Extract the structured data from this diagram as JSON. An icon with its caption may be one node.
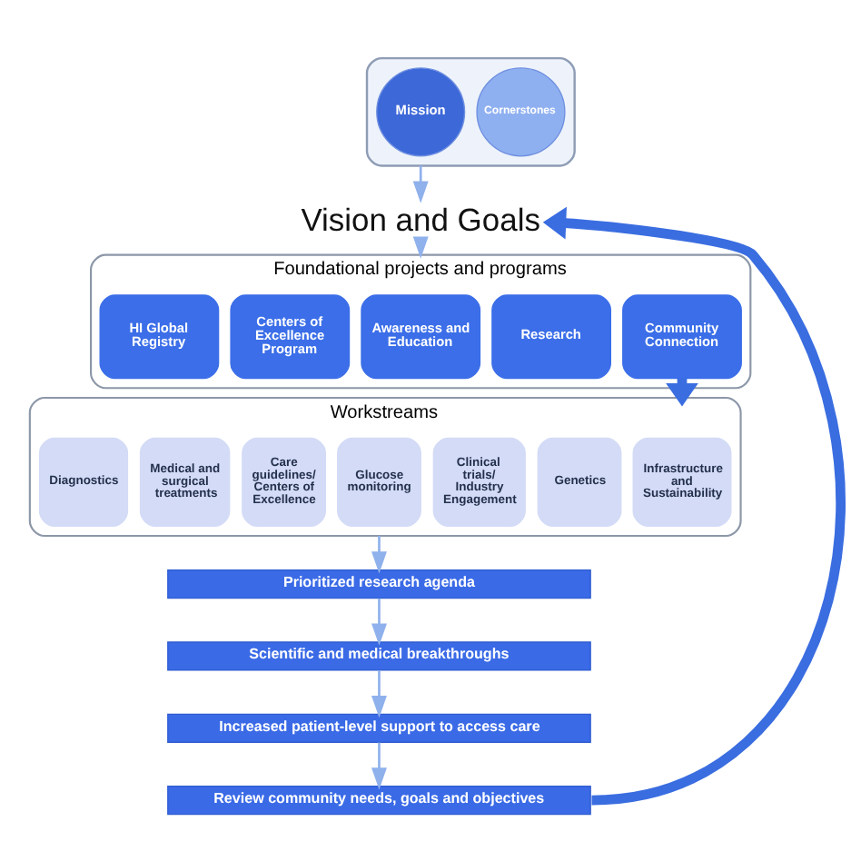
{
  "diagram": {
    "nodes": [
      {
        "text": [],
        "shape": "funnel"
      },
      {
        "text": [
          "Mission"
        ],
        "in": 0
      },
      {
        "text": [
          "Cornerstones"
        ],
        "in": 0
      },
      {
        "text": [
          "Vision and Goals"
        ]
      },
      {
        "text": [
          "Foundational projects and programs"
        ]
      },
      {
        "text": [
          "HI Global Registry"
        ],
        "in": 4
      },
      {
        "text": [
          "Centers of Excellence Program"
        ],
        "in": 4
      },
      {
        "text": [
          "Awareness and Education"
        ],
        "in": 4
      },
      {
        "text": [
          "Research"
        ],
        "in": 4
      },
      {
        "text": [
          "Community Connection"
        ],
        "in": 4
      },
      {
        "text": [
          "Workstreams"
        ]
      },
      {
        "text": [
          "Diagnostics"
        ],
        "in": 10
      },
      {
        "text": [
          "Medical and surgical treatments"
        ],
        "in": 10
      },
      {
        "text": [
          "Care guidelines/ Centers of Excellence"
        ],
        "in": 10
      },
      {
        "text": [
          "Glucose monitoring"
        ],
        "in": 10
      },
      {
        "text": [
          "Clinical trials/ Industry Engagement"
        ],
        "in": 10
      },
      {
        "text": [
          "Genetics"
        ],
        "in": 10
      },
      {
        "text": [
          "Infrastructure and Sustainability"
        ],
        "in": 10
      },
      {
        "text": [
          "Prioritized research agenda"
        ]
      },
      {
        "text": [
          "Scientific and medical breakthroughs"
        ]
      },
      {
        "text": [
          "Increased patient-level support to access care"
        ]
      },
      {
        "text": [
          "Review community needs, goals and objectives"
        ]
      }
    ],
    "edges": [
      {
        "from": 0,
        "to": 3,
        "arrow": "to"
      },
      {
        "from": 3,
        "to": 4,
        "arrow": "to"
      },
      {
        "from": 9,
        "to": 10,
        "arrow": "to",
        "style": "thick",
        "color": "#3a6de0"
      },
      {
        "from": 10,
        "to": 18,
        "arrow": "to"
      },
      {
        "from": 18,
        "to": 19,
        "arrow": "to"
      },
      {
        "from": 19,
        "to": 20,
        "arrow": "to"
      },
      {
        "from": 20,
        "to": 21,
        "arrow": "to"
      },
      {
        "from": 21,
        "to": 3,
        "arrow": "to",
        "style": "thick",
        "color": "#3a6de0"
      }
    ]
  }
}
